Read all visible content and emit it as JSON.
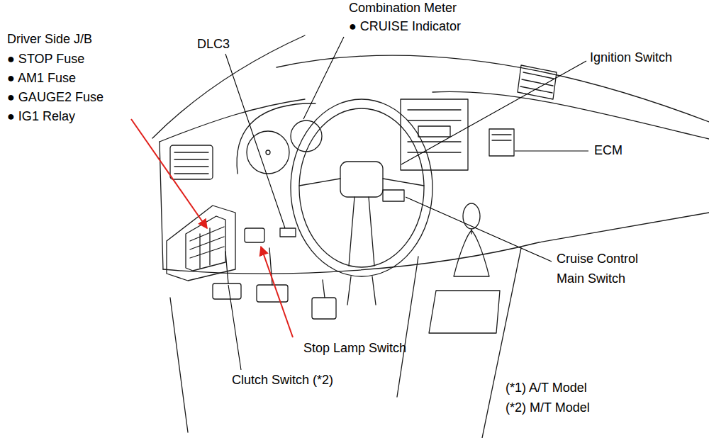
{
  "diagram": {
    "labels": [
      "Driver Side J/B",
      "● STOP Fuse",
      "● AM1 Fuse",
      "● GAUGE2 Fuse",
      "● IG1 Relay",
      "DLC3",
      "Combination Meter",
      "● CRUISE Indicator",
      "Ignition Switch",
      "ECM",
      "Cruise Control Main Switch",
      "Stop Lamp Switch",
      "Clutch Switch (*2)",
      "(*1) A/T Model",
      "(*2) M/T Model"
    ]
  }
}
